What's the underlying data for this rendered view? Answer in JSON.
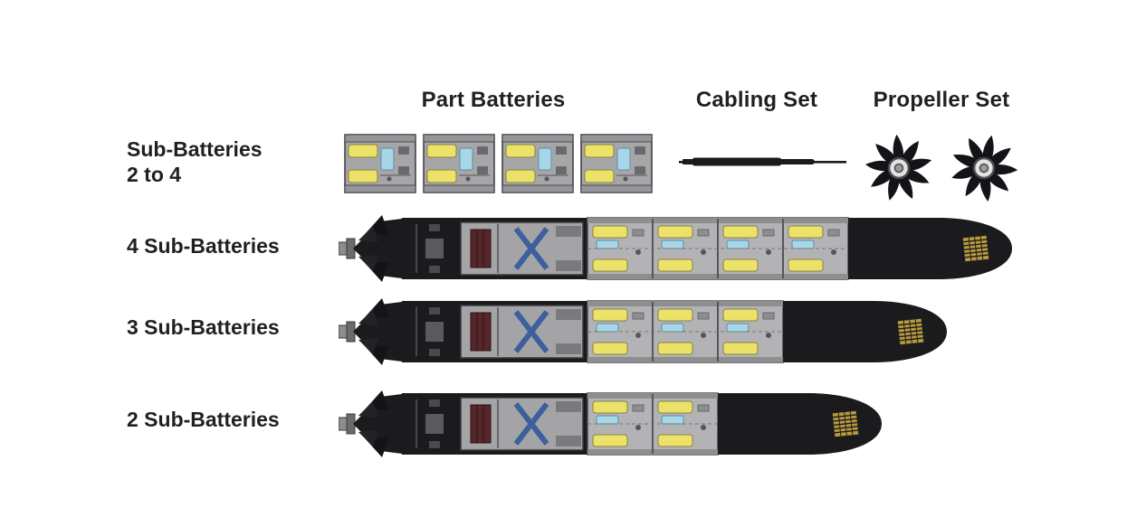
{
  "headers": {
    "part_batteries": "Part Batteries",
    "cabling_set": "Cabling Set",
    "propeller_set": "Propeller Set"
  },
  "legend_row": {
    "label_line1": "Sub-Batteries",
    "label_line2": "2 to 4",
    "battery_module_count": 4,
    "propeller_count": 2
  },
  "rows": [
    {
      "label": "4 Sub-Batteries",
      "battery_count": 4
    },
    {
      "label": "3 Sub-Batteries",
      "battery_count": 3
    },
    {
      "label": "2 Sub-Batteries",
      "battery_count": 2
    }
  ],
  "colors": {
    "hull_black": "#1b1b1d",
    "blade_dark": "#141418",
    "panel_grey": "#a4a4a6",
    "battery_panel": "#b3b3b5",
    "battery_yellow": "#ece269",
    "battery_blue": "#a7d6e8",
    "motor_maroon": "#57262a",
    "motor_blue": "#3c5f9e",
    "sensor_gold": "#b89a3e",
    "text": "#231f20"
  }
}
